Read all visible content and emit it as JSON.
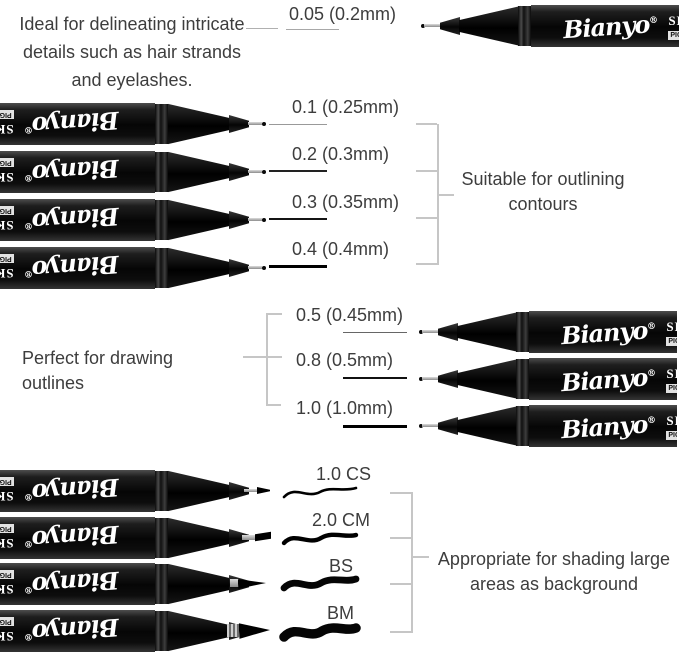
{
  "brand": {
    "script": "Bianyo",
    "registered": "®",
    "series": "SKE",
    "badge": "PIGMEN"
  },
  "sections": {
    "fine": {
      "note_lines": [
        "Ideal for delineating intricate",
        "details such as hair strands",
        "and eyelashes."
      ],
      "size": "0.05 (0.2mm)"
    },
    "outlining": {
      "sizes": [
        "0.1 (0.25mm)",
        "0.2 (0.3mm)",
        "0.3 (0.35mm)",
        "0.4 (0.4mm)"
      ],
      "note_lines": [
        "Suitable for outlining",
        "contours"
      ]
    },
    "outlines": {
      "note": "Perfect for drawing outlines",
      "sizes": [
        "0.5 (0.45mm)",
        "0.8 (0.5mm)",
        "1.0 (1.0mm)"
      ]
    },
    "shading": {
      "sizes": [
        "1.0 CS",
        "2.0 CM",
        "BS",
        "BM"
      ],
      "note_lines": [
        "Appropriate for shading large",
        "areas as background"
      ]
    }
  },
  "colors": {
    "pen_body": "#0d0d0d",
    "text": "#3d3d3d",
    "bracket": "#c6c6c6",
    "ink": "#000000"
  }
}
